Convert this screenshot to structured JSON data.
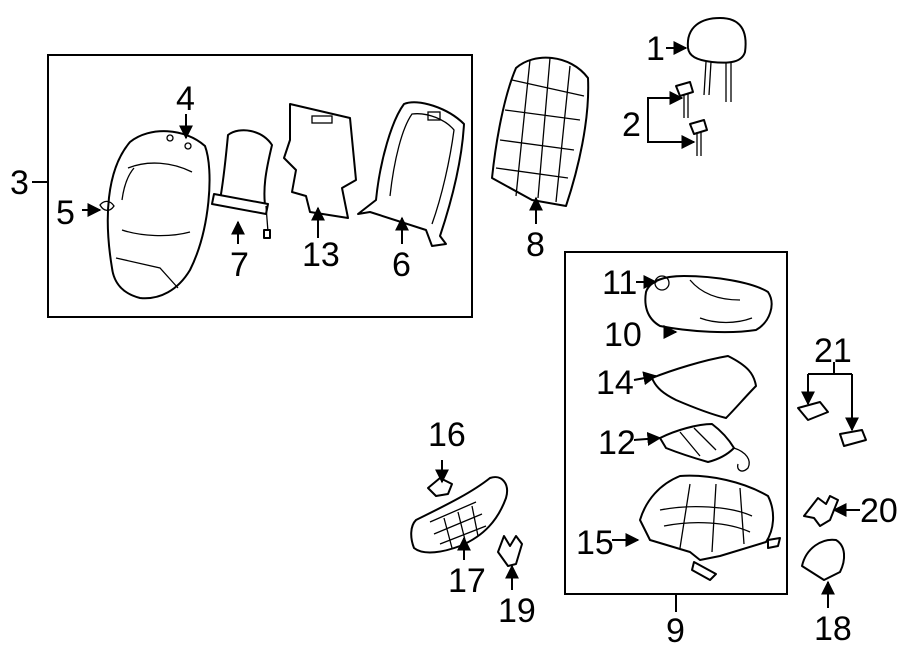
{
  "diagram": {
    "callouts": [
      "1",
      "2",
      "3",
      "4",
      "5",
      "6",
      "7",
      "8",
      "9",
      "10",
      "11",
      "12",
      "13",
      "14",
      "15",
      "16",
      "17",
      "18",
      "19",
      "20",
      "21"
    ]
  }
}
